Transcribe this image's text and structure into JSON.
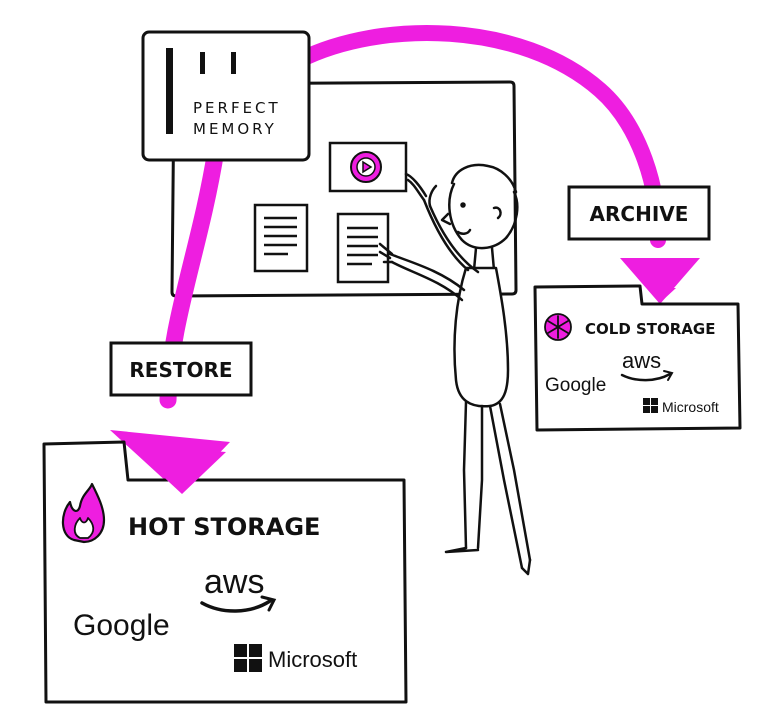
{
  "colors": {
    "accent": "#ee1ee0",
    "ink": "#111111",
    "paper": "#ffffff",
    "microsoft_logo": "#111111"
  },
  "logo": {
    "line1": "PERFECT",
    "line2": "MEMORY",
    "icon": "three-bars-icon"
  },
  "labels": {
    "archive": "ARCHIVE",
    "restore": "RESTORE"
  },
  "hot_storage": {
    "title": "HOT STORAGE",
    "icon": "flame-icon",
    "providers": {
      "google": "Google",
      "aws": "aws",
      "microsoft": "Microsoft"
    }
  },
  "cold_storage": {
    "title": "COLD STORAGE",
    "icon": "snowflake-icon",
    "providers": {
      "google": "Google",
      "aws": "aws",
      "microsoft": "Microsoft"
    }
  },
  "board_items": [
    "video-thumbnail-icon",
    "document-icon",
    "document-icon"
  ]
}
